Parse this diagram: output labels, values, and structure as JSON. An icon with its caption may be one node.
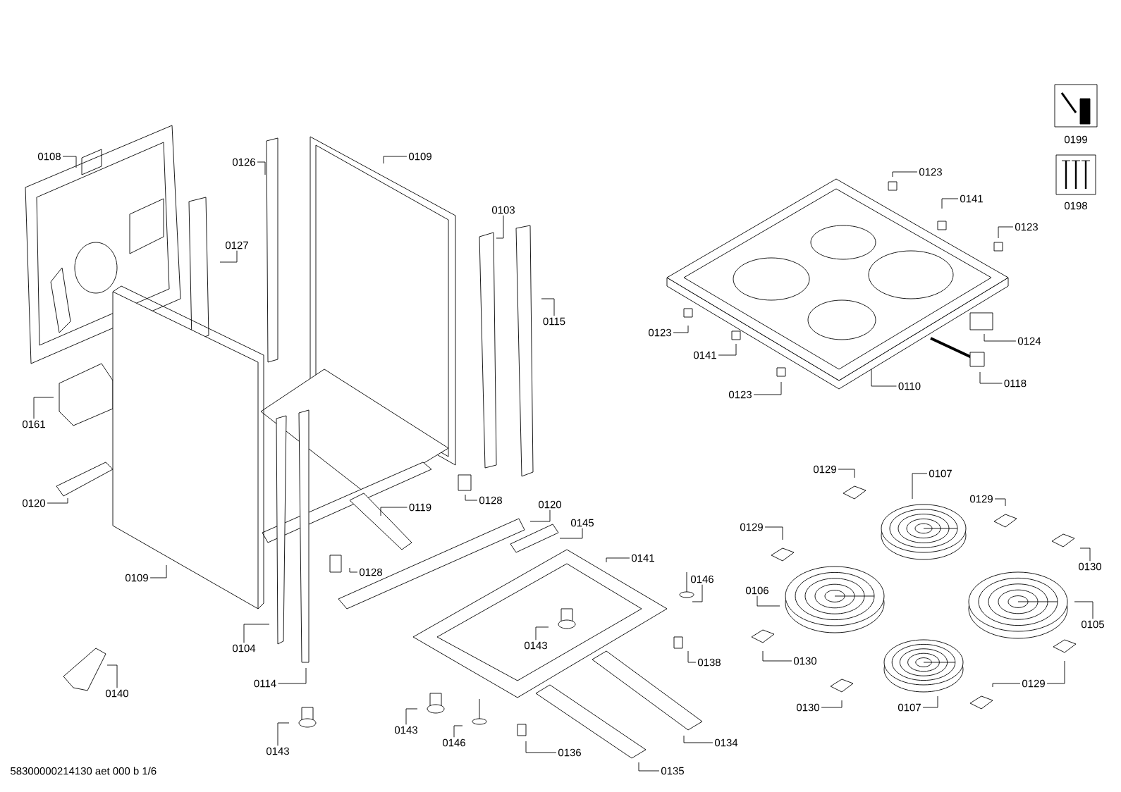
{
  "diagram": {
    "nodes": [
      {
        "text": [
          "0108"
        ]
      },
      {
        "text": [
          "0126"
        ]
      },
      {
        "text": [
          "0109"
        ]
      },
      {
        "text": [
          "0127"
        ]
      },
      {
        "text": [
          "0103"
        ]
      },
      {
        "text": [
          "0115"
        ]
      },
      {
        "text": [
          "0123"
        ]
      },
      {
        "text": [
          "0141"
        ]
      },
      {
        "text": [
          "0123"
        ]
      },
      {
        "text": [
          "0123"
        ]
      },
      {
        "text": [
          "0124"
        ]
      },
      {
        "text": [
          "0141"
        ]
      },
      {
        "text": [
          "0110"
        ]
      },
      {
        "text": [
          "0118"
        ]
      },
      {
        "text": [
          "0123"
        ]
      },
      {
        "text": [
          "0161"
        ]
      },
      {
        "text": [
          "0120"
        ]
      },
      {
        "text": [
          "0128"
        ]
      },
      {
        "text": [
          "0119"
        ]
      },
      {
        "text": [
          "0120"
        ]
      },
      {
        "text": [
          "0145"
        ]
      },
      {
        "text": [
          "0129"
        ]
      },
      {
        "text": [
          "0107"
        ]
      },
      {
        "text": [
          "0129"
        ]
      },
      {
        "text": [
          "0129"
        ]
      },
      {
        "text": [
          "0130"
        ]
      },
      {
        "text": [
          "0141"
        ]
      },
      {
        "text": [
          "0109"
        ]
      },
      {
        "text": [
          "0128"
        ]
      },
      {
        "text": [
          "0146"
        ]
      },
      {
        "text": [
          "0106"
        ]
      },
      {
        "text": [
          "0105"
        ]
      },
      {
        "text": [
          "0143"
        ]
      },
      {
        "text": [
          "0104"
        ]
      },
      {
        "text": [
          "0130"
        ]
      },
      {
        "text": [
          "0138"
        ]
      },
      {
        "text": [
          "0129"
        ]
      },
      {
        "text": [
          "0114"
        ]
      },
      {
        "text": [
          "0140"
        ]
      },
      {
        "text": [
          "0130"
        ]
      },
      {
        "text": [
          "0107"
        ]
      },
      {
        "text": [
          "0143"
        ]
      },
      {
        "text": [
          "0146"
        ]
      },
      {
        "text": [
          "0134"
        ]
      },
      {
        "text": [
          "0143"
        ]
      },
      {
        "text": [
          "0136"
        ]
      },
      {
        "text": [
          "0135"
        ]
      }
    ],
    "edges": [
      {
        "from": 0,
        "to": null,
        "arrow": "none"
      },
      {
        "from": 1,
        "to": null,
        "arrow": "none"
      },
      {
        "from": 2,
        "to": null,
        "arrow": "none"
      },
      {
        "from": 3,
        "to": null,
        "arrow": "none"
      },
      {
        "from": 4,
        "to": null,
        "arrow": "none"
      },
      {
        "from": 5,
        "to": null,
        "arrow": "none"
      },
      {
        "from": 6,
        "to": null,
        "arrow": "none"
      },
      {
        "from": 7,
        "to": null,
        "arrow": "none"
      },
      {
        "from": 8,
        "to": null,
        "arrow": "none"
      },
      {
        "from": 9,
        "to": null,
        "arrow": "none"
      },
      {
        "from": 10,
        "to": null,
        "arrow": "none"
      },
      {
        "from": 11,
        "to": null,
        "arrow": "none"
      },
      {
        "from": 12,
        "to": null,
        "arrow": "none"
      },
      {
        "from": 13,
        "to": null,
        "arrow": "none"
      },
      {
        "from": 14,
        "to": null,
        "arrow": "none"
      },
      {
        "from": 15,
        "to": null,
        "arrow": "none"
      },
      {
        "from": 16,
        "to": null,
        "arrow": "none"
      },
      {
        "from": 17,
        "to": null,
        "arrow": "none"
      },
      {
        "from": 18,
        "to": null,
        "arrow": "none"
      },
      {
        "from": 19,
        "to": null,
        "arrow": "none"
      },
      {
        "from": 20,
        "to": null,
        "arrow": "none"
      },
      {
        "from": 21,
        "to": null,
        "arrow": "none"
      },
      {
        "from": 22,
        "to": null,
        "arrow": "none"
      },
      {
        "from": 23,
        "to": null,
        "arrow": "none"
      },
      {
        "from": 24,
        "to": null,
        "arrow": "none"
      },
      {
        "from": 25,
        "to": null,
        "arrow": "none"
      },
      {
        "from": 26,
        "to": null,
        "arrow": "none"
      },
      {
        "from": 27,
        "to": null,
        "arrow": "none"
      },
      {
        "from": 28,
        "to": null,
        "arrow": "none"
      },
      {
        "from": 29,
        "to": null,
        "arrow": "none"
      },
      {
        "from": 30,
        "to": null,
        "arrow": "none"
      },
      {
        "from": 31,
        "to": null,
        "arrow": "none"
      },
      {
        "from": 32,
        "to": null,
        "arrow": "none"
      },
      {
        "from": 33,
        "to": null,
        "arrow": "none"
      },
      {
        "from": 34,
        "to": null,
        "arrow": "none"
      },
      {
        "from": 35,
        "to": null,
        "arrow": "none"
      },
      {
        "from": 36,
        "to": null,
        "arrow": "none"
      },
      {
        "from": 37,
        "to": null,
        "arrow": "none"
      },
      {
        "from": 38,
        "to": null,
        "arrow": "none"
      },
      {
        "from": 39,
        "to": null,
        "arrow": "none"
      },
      {
        "from": 40,
        "to": null,
        "arrow": "none"
      },
      {
        "from": 41,
        "to": null,
        "arrow": "none"
      },
      {
        "from": 42,
        "to": null,
        "arrow": "none"
      },
      {
        "from": 43,
        "to": null,
        "arrow": "none"
      },
      {
        "from": 44,
        "to": null,
        "arrow": "none"
      },
      {
        "from": 45,
        "to": null,
        "arrow": "none"
      },
      {
        "from": 46,
        "to": null,
        "arrow": "none"
      },
      {
        "from": 36,
        "to": null,
        "arrow": "none"
      }
    ],
    "labels": [
      "0199",
      "0198",
      "58300000214130 aet 000 b 1/6"
    ]
  }
}
